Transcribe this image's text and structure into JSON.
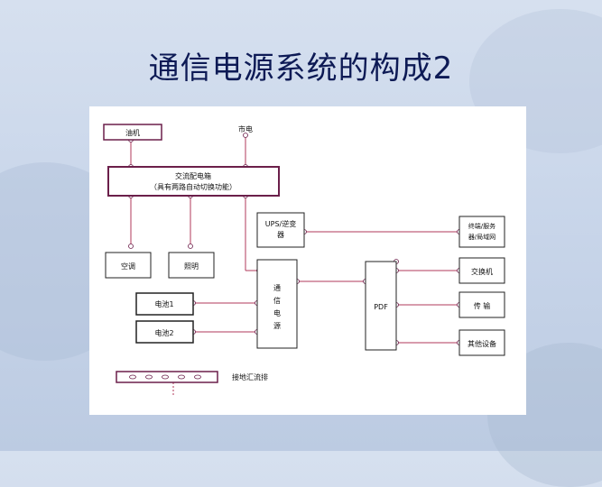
{
  "slide": {
    "title": "通信电源系统的构成2"
  },
  "diagram": {
    "nodes": {
      "diesel": "油机",
      "mains": "市电",
      "ac_box_line1": "交流配电箱",
      "ac_box_line2": "（具有两路自动切换功能）",
      "ups_line1": "UPS/逆变",
      "ups_line2": "器",
      "terminal_line1": "终端/服务",
      "terminal_line2": "器/局域网",
      "aircon": "空调",
      "lighting": "照明",
      "power_c1": "通",
      "power_c2": "信",
      "power_c3": "电",
      "power_c4": "源",
      "pdf": "PDF",
      "switch": "交换机",
      "transmission": "传  输",
      "other": "其他设备",
      "battery1": "电池1",
      "battery2": "电池2",
      "ground_bus": "接地汇流排"
    }
  },
  "colors": {
    "title": "#0d1a55",
    "box_border_accent": "#6b1f4a",
    "line": "#b03a5b",
    "box_border": "#222222"
  }
}
